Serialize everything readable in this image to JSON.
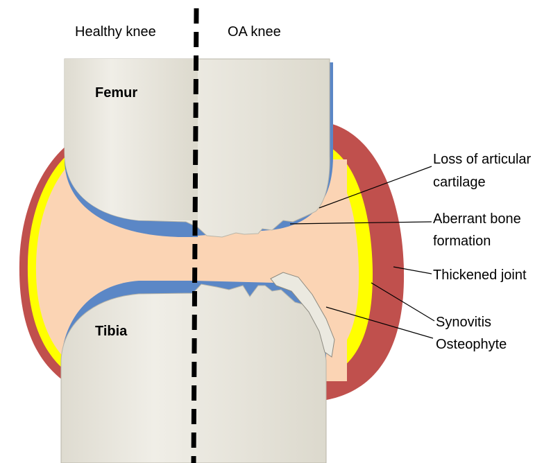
{
  "header": {
    "left": "Healthy knee",
    "right": "OA knee"
  },
  "bones": {
    "femur": "Femur",
    "tibia": "Tibia"
  },
  "callouts": [
    {
      "id": "loss",
      "lines": [
        "Loss of articular",
        "cartilage"
      ]
    },
    {
      "id": "aberrant",
      "lines": [
        "Aberrant bone",
        "formation"
      ]
    },
    {
      "id": "thickened",
      "lines": [
        "Thickened joint"
      ]
    },
    {
      "id": "synovitis",
      "lines": [
        "Synovitis"
      ]
    },
    {
      "id": "osteophyte",
      "lines": [
        "Osteophyte"
      ]
    }
  ],
  "colors": {
    "capsule": "#c0504d",
    "synovium": "#ffff00",
    "joint_space": "#fbd4b4",
    "cartilage": "#5b87c6",
    "bone": "#ebe9e0",
    "bone_edge": "#b8b5a8",
    "divider": "#000000"
  }
}
